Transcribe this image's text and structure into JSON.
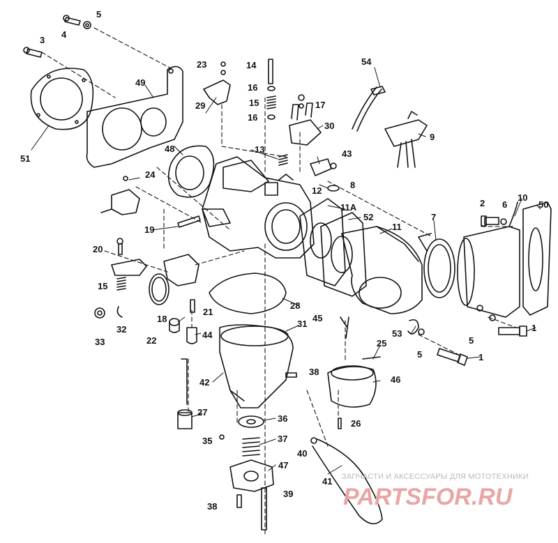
{
  "callouts": [
    "1",
    "2",
    "3",
    "4",
    "5",
    "6",
    "7",
    "8",
    "9",
    "10",
    "11",
    "11A",
    "12",
    "13",
    "14",
    "15",
    "16",
    "17",
    "18",
    "19",
    "20",
    "21",
    "22",
    "23",
    "24",
    "25",
    "26",
    "27",
    "28",
    "29",
    "30",
    "31",
    "32",
    "33",
    "35",
    "36",
    "37",
    "38",
    "39",
    "40",
    "41",
    "42",
    "43",
    "44",
    "45",
    "46",
    "47",
    "48",
    "49",
    "50",
    "51",
    "52",
    "53",
    "54"
  ],
  "watermark": {
    "caption": "ЗАПЧАСТИ И АКСЕССУАРЫ ДЛЯ МОТОТЕХНИКИ",
    "brand": "PARTSFOR.RU",
    "brand_color": "#e8a6a6",
    "caption_color": "#b9b9b9"
  }
}
